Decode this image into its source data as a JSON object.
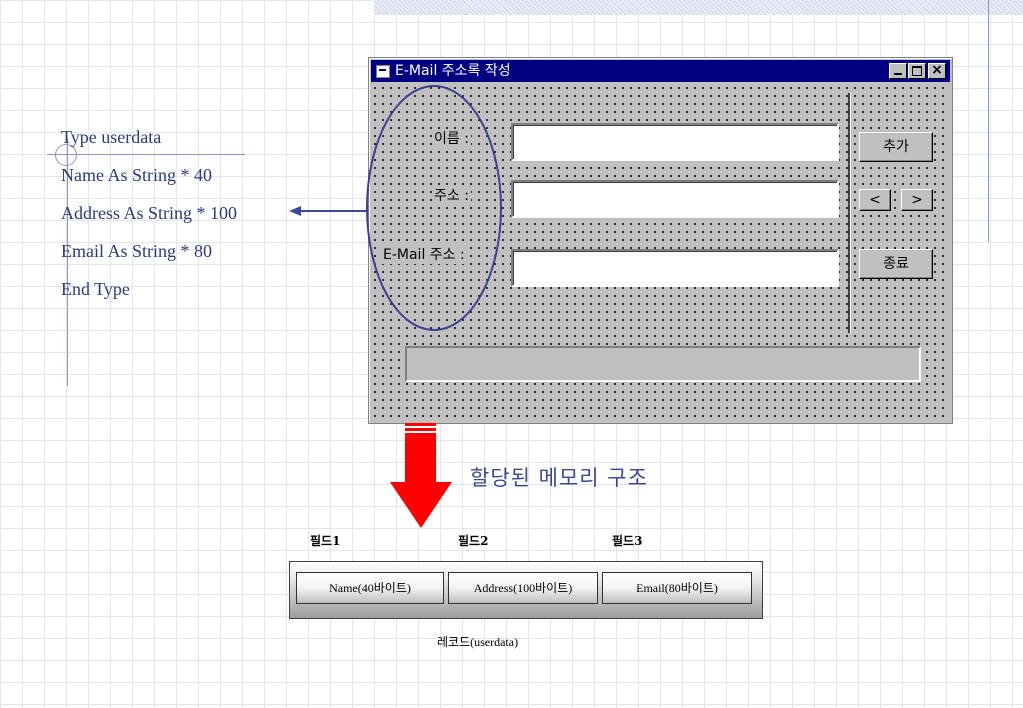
{
  "code_lines": [
    "Type userdata",
    "Name As String * 40",
    "Address As String * 100",
    "Email As String * 80",
    "End Type"
  ],
  "window": {
    "title": "E-Mail  주소록 작성",
    "close_glyph": "×"
  },
  "form": {
    "name_label": "이름 :",
    "address_label": "주소 :",
    "email_label": "E-Mail 주소 :",
    "add_button": "추가",
    "prev_button": "<",
    "next_button": ">",
    "exit_button": "종료"
  },
  "memory": {
    "caption": "할당된 메모리 구조",
    "field_labels": [
      "필드1",
      "필드2",
      "필드3"
    ],
    "cells": [
      "Name(40바이트)",
      "Address(100바이트)",
      "Email(80바이트)"
    ],
    "record_caption": "레코드(userdata)"
  },
  "colors": {
    "titlebar": "#000080",
    "ellipse": "#3b3f8f",
    "red_arrow": "#ff0000",
    "code_text": "#2c3a7a"
  }
}
